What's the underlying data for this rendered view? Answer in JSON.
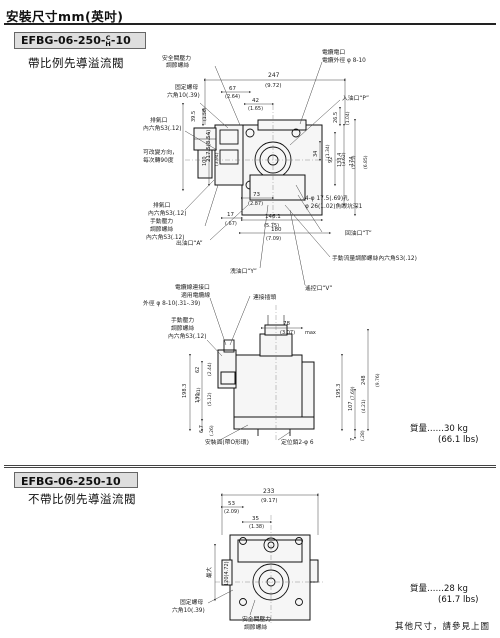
{
  "header": {
    "title": "安裝尺寸mm(英吋)"
  },
  "section1": {
    "model_prefix": "EFBG-06-250-",
    "model_stack_top": "C",
    "model_stack_bottom": "H",
    "model_suffix": "-10",
    "subtitle": "帶比例先導溢流閥",
    "weight_line1": "質量……30 kg",
    "weight_line2": "(66.1 lbs)"
  },
  "section2": {
    "model": "EFBG-06-250-10",
    "subtitle": "不帶比例先導溢流閥",
    "weight_line1": "質量……28 kg",
    "weight_line2": "(61.7 lbs)"
  },
  "footer": {
    "text": "其他尺寸，請參見上圖"
  },
  "callouts": {
    "safety_valve_1": "安全閥壓力",
    "safety_valve_2": "調節螺絲",
    "elec_port_1": "電纜電口",
    "elec_port_2": "電纜外徑 φ 8-10",
    "fixing_nut_1": "固定螺母",
    "fixing_nut_2": "六角10(.39)",
    "inlet_p": "入油口“P”",
    "vent_1": "排氣口",
    "vent_2": "內六角S3(.12)",
    "rotate_1": "可改變方向，",
    "rotate_2": "每次轉90度",
    "vent_b1": "排氣口",
    "vent_b2": "內六角S3(.12)",
    "manual_1": "手動壓力",
    "manual_2": "調節螺絲",
    "manual_3": "內六角S3(.12)",
    "outlet_a": "出油口“A”",
    "bolt_1": "4-φ 17.5(.69)孔",
    "bolt_2": "φ 26(1.02)魚眼坑深1",
    "return_t": "回油口“T”",
    "manual_flow": "手動流量調節螺絲內六角S3(.12)",
    "drain_y": "洩油口“Y”",
    "remote_v": "遙控口“V”",
    "conn_1": "電纜線連接口",
    "conn_2": "適用電纜線",
    "conn_3": "外徑 φ 8-10(.31-.39)",
    "jumper": "連接插頭",
    "manual_b1": "手動壓力",
    "manual_b2": "調節螺絲",
    "manual_b3": "內六角S3(.12)",
    "mount_bolt": "安裝面(帶O形環)",
    "pin": "定位銷2-φ 6",
    "max_1": "最大",
    "max_2": "120(4.72)",
    "fixing_nut2_1": "固定螺母",
    "fixing_nut2_2": "六角10(.39)",
    "safety2_1": "安全閥壓力",
    "safety2_2": "調節螺絲"
  },
  "dims": {
    "d247": "247",
    "d247i": "(9.72)",
    "d67": "67",
    "d67i": "(2.64)",
    "d42": "42",
    "d42i": "(1.65)",
    "d395": "39.5",
    "d395i": "(1.56)",
    "d217": "217.5(8.54)",
    "d100": "100",
    "d100i": "(3.94)",
    "d92": "92",
    "d92i": "(3.62)",
    "d1334": "133.4",
    "d1334i": "(5.25)",
    "d174": "174",
    "d174i": "(6.85)",
    "d265": "26.5",
    "d265i": "(1.04)",
    "d34": "34",
    "d34i": "(1.34)",
    "d73": "73",
    "d73i": "(2.87)",
    "d17": "17",
    "d17i": "(.67)",
    "d1461": "146.1",
    "d1461i": "(5.75)",
    "d180": "180",
    "d180i": "(7.09)",
    "d78": "78",
    "d78i": "(3.07)",
    "dmax": "max",
    "d1983": "198.3",
    "d1983i": "(7.81)",
    "d248": "248",
    "d248i": "(9.76)",
    "d130": "130",
    "d130i": "(5.12)",
    "d62": "62",
    "d62i": "(2.44)",
    "d1953": "195.3",
    "d1953i": "(7.69)",
    "d107": "107",
    "d107i": "(4.21)",
    "d67b": "6.7",
    "d67bi": "(.26)",
    "d7": "7",
    "d7i": "(.28)",
    "d233": "233",
    "d233i": "(9.17)",
    "d53": "53",
    "d53i": "(2.09)",
    "d35": "35",
    "d35i": "(1.38)"
  }
}
